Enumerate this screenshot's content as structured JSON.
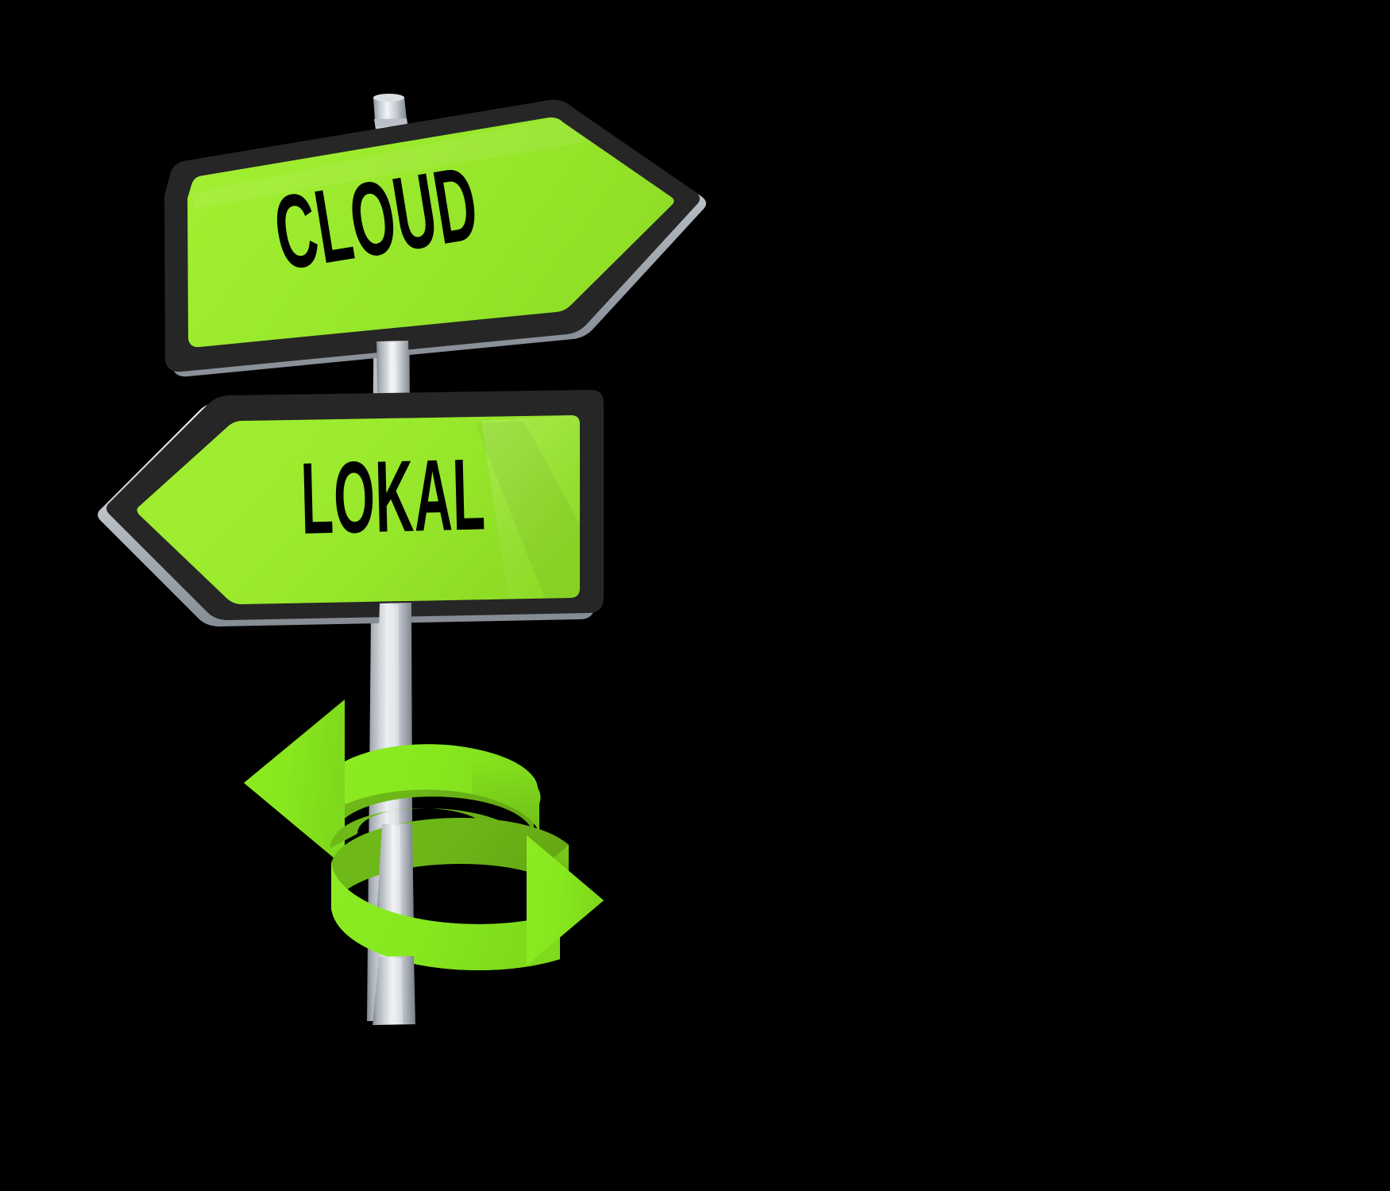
{
  "scene": {
    "title": "Cloud Lokal Direction Signpost",
    "background_color": "#000000",
    "description": "Two green road direction signs on a metal pole with a 3D rotation arrow"
  },
  "signs": [
    {
      "id": "sign-cloud",
      "label": "CLOUD",
      "direction": "right",
      "face_color": "#9ceb2e",
      "border_color": "#262626",
      "edge_color": "#c9cdd2",
      "text_color": "#000000"
    },
    {
      "id": "sign-lokal",
      "label": "LOKAL",
      "direction": "left",
      "face_color": "#9ceb2e",
      "border_color": "#262626",
      "edge_color": "#c9cdd2",
      "text_color": "#000000"
    }
  ],
  "pole": {
    "name": "signpost-pole",
    "color_light": "#e8ecef",
    "color_mid": "#b6bcc2",
    "color_dark": "#8c9299"
  },
  "rotation_arrow": {
    "name": "rotation-spiral-arrow",
    "top_arrow_direction": "left",
    "bottom_arrow_direction": "right",
    "color_front": "#86e81e",
    "color_back": "#6cb518",
    "color_edge": "#5aa013"
  },
  "icons": {
    "left_arrow": "arrow-left-icon",
    "right_arrow": "arrow-right-icon",
    "rotate_3d": "rotate-3d-icon"
  }
}
